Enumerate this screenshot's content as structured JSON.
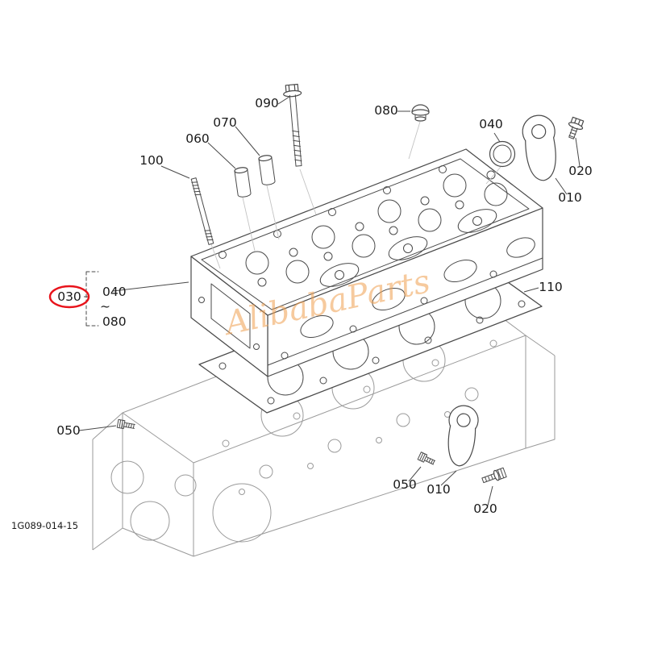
{
  "page": {
    "background": "#ffffff"
  },
  "diagram": {
    "drawing_number": "1G089-014-15",
    "watermark": "AlibabaParts",
    "colors": {
      "line": "#4a4a4a",
      "light_line": "#9a9a9a",
      "guide_line": "#c3c3c3",
      "label": "#1a1a1a",
      "highlight": "#e8131b",
      "watermark": "#f0a050"
    },
    "callouts": [
      {
        "label": "090"
      },
      {
        "label": "080"
      },
      {
        "label": "040"
      },
      {
        "label": "020"
      },
      {
        "label": "010"
      },
      {
        "label": "070"
      },
      {
        "label": "060"
      },
      {
        "label": "100"
      },
      {
        "label": "110"
      },
      {
        "label": "050"
      },
      {
        "label": "050"
      },
      {
        "label": "010"
      },
      {
        "label": "020"
      }
    ],
    "highlighted": {
      "label": "030"
    },
    "range_group": {
      "from": "040",
      "separator": "~",
      "to": "080"
    }
  }
}
